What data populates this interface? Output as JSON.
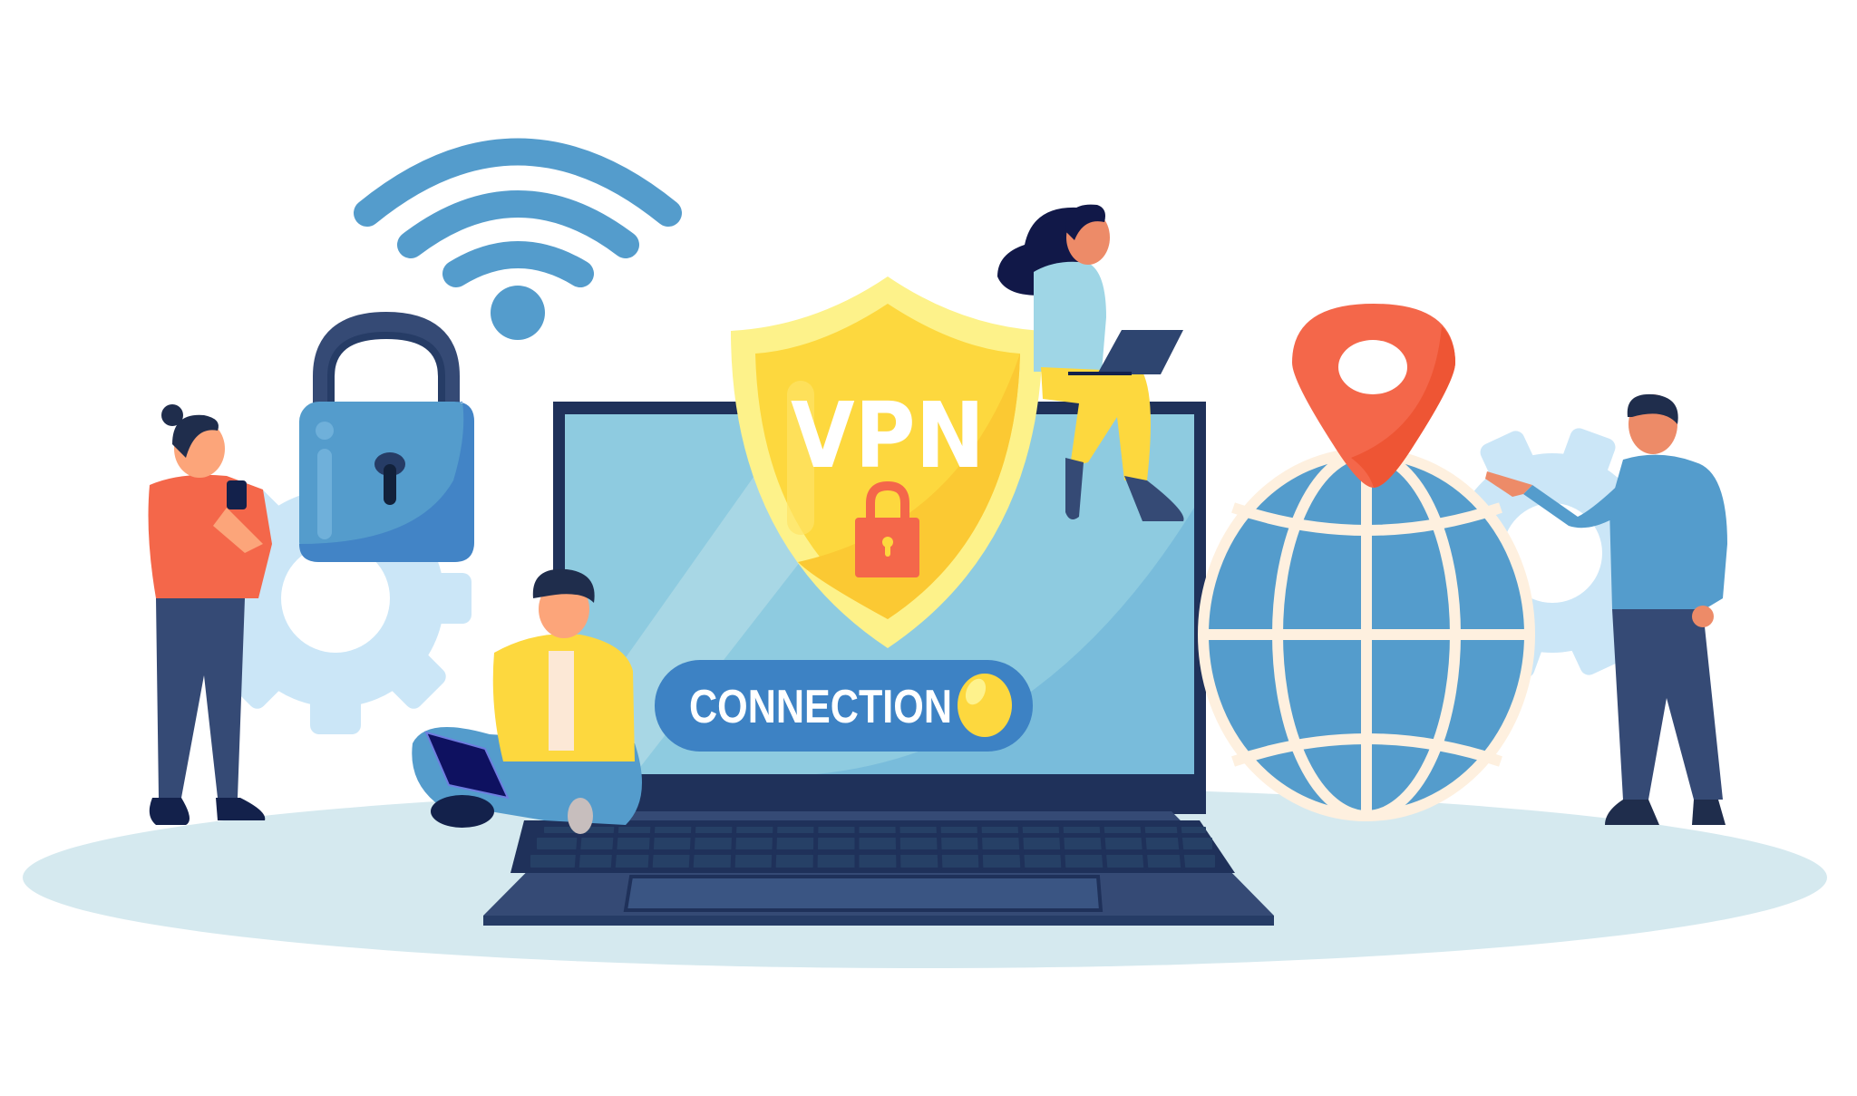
{
  "scene": {
    "title": "VPN connection illustration",
    "background_color": "#ffffff",
    "ground_color": "#d5e9ef"
  },
  "shield": {
    "label": "VPN",
    "outer_color": "#fdf28a",
    "inner_color": "#fdd83e",
    "shade_color": "#fbc933",
    "lock_color": "#f4674a"
  },
  "connection_button": {
    "label": "CONNECTION",
    "bg_color": "#3d82c4",
    "indicator_color": "#fdd83e",
    "indicator_state": "on"
  },
  "laptop": {
    "frame_color": "#1f315a",
    "screen_color": "#8ecbe0",
    "base_color": "#354a75",
    "key_color": "#264066",
    "trackpad_color": "#3a5583"
  },
  "icons": {
    "wifi": {
      "name": "wifi-icon",
      "color": "#549ccc"
    },
    "padlock": {
      "name": "padlock-icon",
      "body_color": "#549ccc",
      "shackle_color": "#354a75"
    },
    "globe": {
      "name": "globe-icon",
      "fill_color": "#549ccc",
      "line_color": "#fef0df"
    },
    "location_pin": {
      "name": "location-pin-icon",
      "color": "#f4674a"
    },
    "gears": {
      "name": "gear-icon",
      "color": "#cbe6f7"
    }
  },
  "people": [
    {
      "name": "woman-with-phone",
      "shirt_color": "#f4674a",
      "pants_color": "#354a75"
    },
    {
      "name": "man-sitting-with-laptop",
      "jacket_color": "#fdd83e",
      "pants_color": "#549ccc"
    },
    {
      "name": "woman-sitting-on-laptop",
      "shirt_color": "#9fd6e6",
      "pants_color": "#fdd83e"
    },
    {
      "name": "man-pointing",
      "sweater_color": "#549ccc",
      "pants_color": "#354a75"
    }
  ]
}
